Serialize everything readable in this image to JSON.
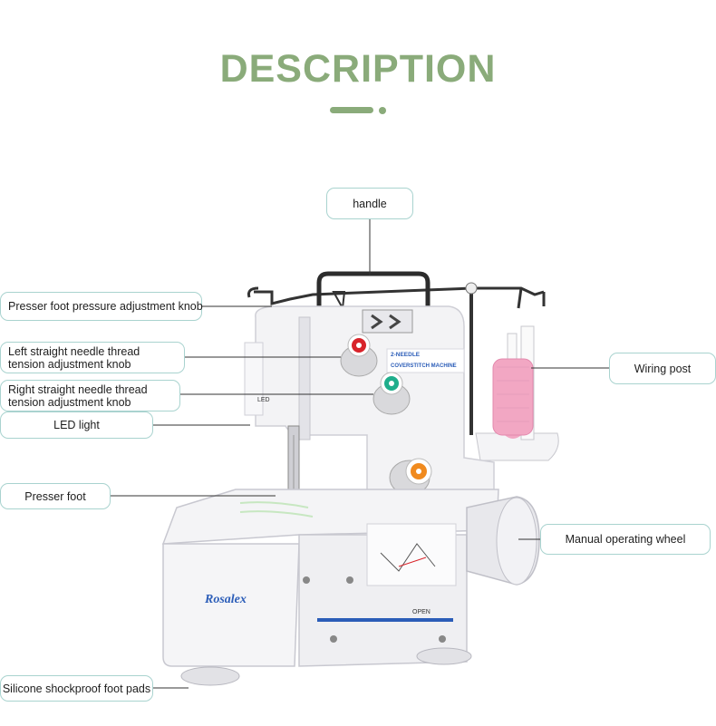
{
  "header": {
    "title": "DESCRIPTION"
  },
  "machine": {
    "brand": "Rosalex",
    "model_line1": "2-NEEDLE",
    "model_line2": "COVERSTITCH MACHINE",
    "led_text": "LED",
    "open_text": "OPEN"
  },
  "labels": {
    "handle": "handle",
    "pressure_knob": "Presser foot pressure adjustment knob",
    "left_tension_1": "Left straight needle thread",
    "left_tension_2": "tension adjustment knob",
    "right_tension_1": "Right straight needle thread",
    "right_tension_2": "tension adjustment knob",
    "led_light": "LED light",
    "presser_foot": "Presser foot",
    "foot_pads": "Silicone shockproof foot pads",
    "wiring_post": "Wiring post",
    "operating_wheel": "Manual operating wheel"
  },
  "colors": {
    "accent": "#8aab7a",
    "label_border": "#a9d3cf",
    "machine_body": "#f3f3f5",
    "knob_red": "#d8232a",
    "knob_green": "#1fae8c",
    "knob_orange": "#f08a1e",
    "thread_pink": "#f2a7c3",
    "brand_blue": "#2b5db8"
  }
}
